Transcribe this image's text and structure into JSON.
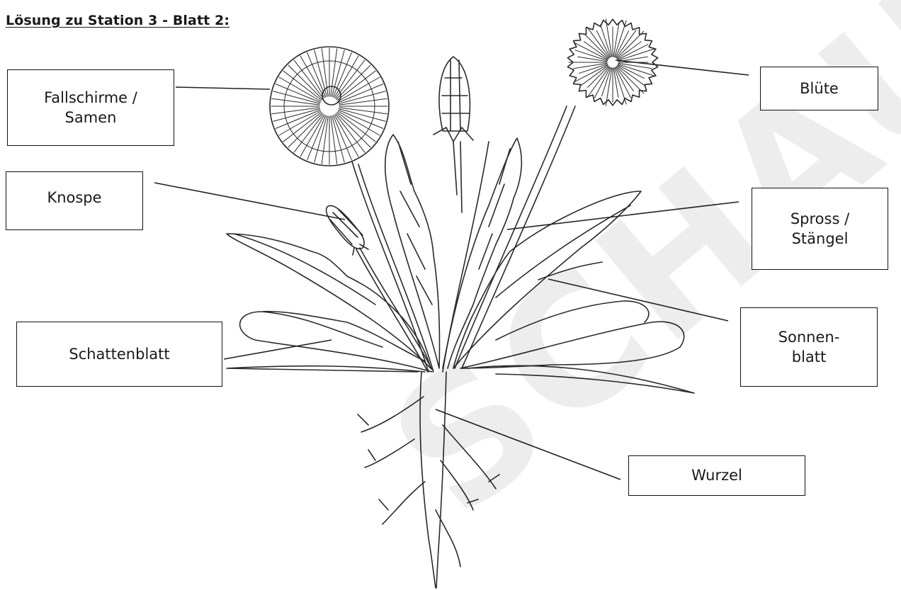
{
  "title": "Lösung zu Station 3 - Blatt 2:",
  "watermark": "SCHAU",
  "labels": {
    "fallschirme": "Fallschirme /\nSamen",
    "knospe": "Knospe",
    "schattenblatt": "Schattenblatt",
    "bluete": "Blüte",
    "spross": "Spross /\nStängel",
    "sonnenblatt": "Sonnen-\nblatt",
    "wurzel": "Wurzel"
  },
  "colors": {
    "line": "#222222",
    "box_border": "#111111"
  }
}
